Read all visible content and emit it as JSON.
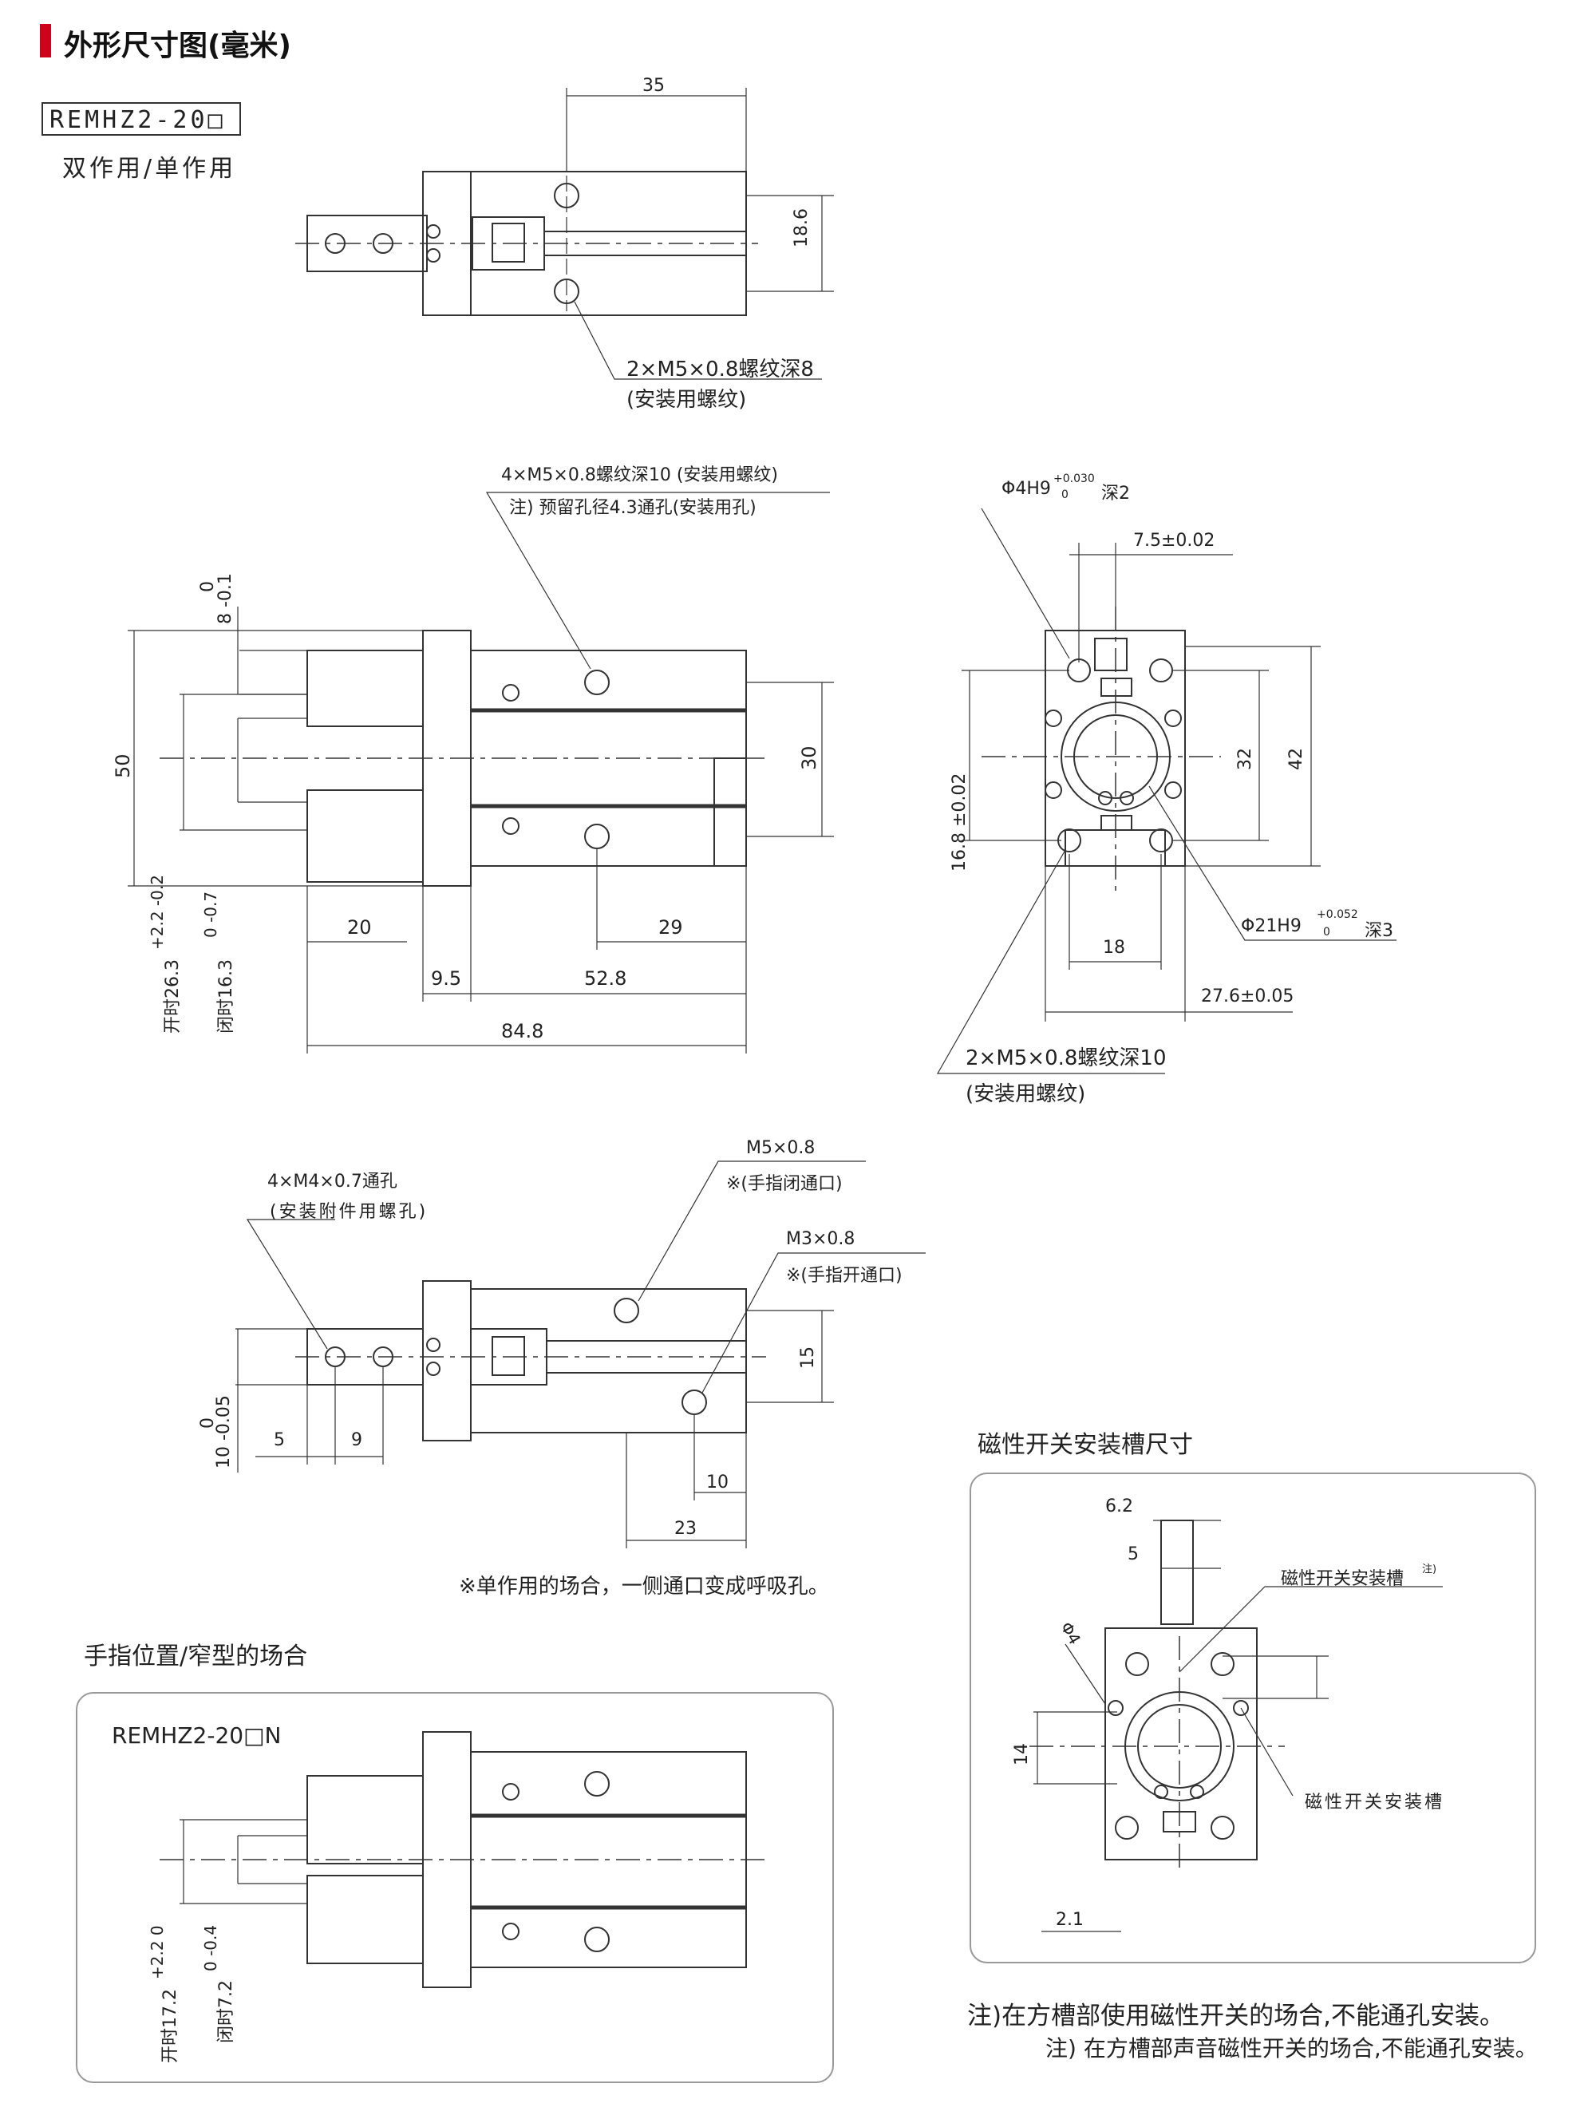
{
  "header": {
    "title": "外形尺寸图(毫米)",
    "accent_color": "#d0021b"
  },
  "view1": {
    "model": "REMHZ2-20□",
    "action": "双作用/单作用",
    "dim_35": "35",
    "dim_18_6": "18.6",
    "callout_line1": "2×M5×0.8螺纹深8",
    "callout_line2": "(安装用螺纹)"
  },
  "view2": {
    "callout_line1": "4×M5×0.8螺纹深10 (安装用螺纹)",
    "callout_line2": "注) 预留孔径4.3通孔(安装用孔)",
    "tol_top": "0",
    "tol_8": "8 -0.1",
    "dim_50": "50",
    "dim_30": "30",
    "open_label": "开时26.3",
    "open_tol": "+2.2 -0.2",
    "close_label": "闭时16.3",
    "close_tol": "0 -0.7",
    "dim_20": "20",
    "dim_29": "29",
    "dim_9_5": "9.5",
    "dim_52_8": "52.8",
    "dim_84_8": "84.8"
  },
  "view3": {
    "phi4_label": "Φ4H9",
    "phi4_tol_up": "+0.030",
    "phi4_tol_lo": "0",
    "phi4_depth": "深2",
    "dim_7_5": "7.5±0.02",
    "dim_16_8": "16.8 ±0.02",
    "dim_32": "32",
    "dim_42": "42",
    "phi21_label": "Φ21H9",
    "phi21_tol_up": "+0.052",
    "phi21_tol_lo": "0",
    "phi21_depth": "深3",
    "dim_18": "18",
    "dim_27_6": "27.6±0.05",
    "callout_line1": "2×M5×0.8螺纹深10",
    "callout_line2": "(安装用螺纹)"
  },
  "view4": {
    "m4_line1": "4×M4×0.7通孔",
    "m4_line2": "(安装附件用螺孔)",
    "m5_line1": "M5×0.8",
    "m5_line2": "※(手指闭通口)",
    "m3_line1": "M3×0.8",
    "m3_line2": "※(手指开通口)",
    "dim_15": "15",
    "tol_10a": "0",
    "tol_10b": "10 -0.05",
    "dim_5": "5",
    "dim_9": "9",
    "dim_10": "10",
    "dim_23": "23",
    "note": "※单作用的场合，一侧通口变成呼吸孔。"
  },
  "finger_section": {
    "title": "手指位置/窄型的场合",
    "model": "REMHZ2-20□N",
    "open_label": "开时17.2",
    "open_tol": "+2.2 0",
    "close_label": "闭时7.2",
    "close_tol": "0 -0.4"
  },
  "switch_section": {
    "title": "磁性开关安装槽尺寸",
    "dim_6_2": "6.2",
    "dim_5": "5",
    "dim_phi4": "Φ4",
    "dim_14": "14",
    "dim_2_1": "2.1",
    "slot_label_note": "磁性开关安装槽",
    "slot_label_sup": "注)",
    "slot_label": "磁性开关安装槽"
  },
  "notes": {
    "note1": "注)在方槽部使用磁性开关的场合,不能通孔安装。",
    "note2": "注) 在方槽部声音磁性开关的场合,不能通孔安装。"
  }
}
